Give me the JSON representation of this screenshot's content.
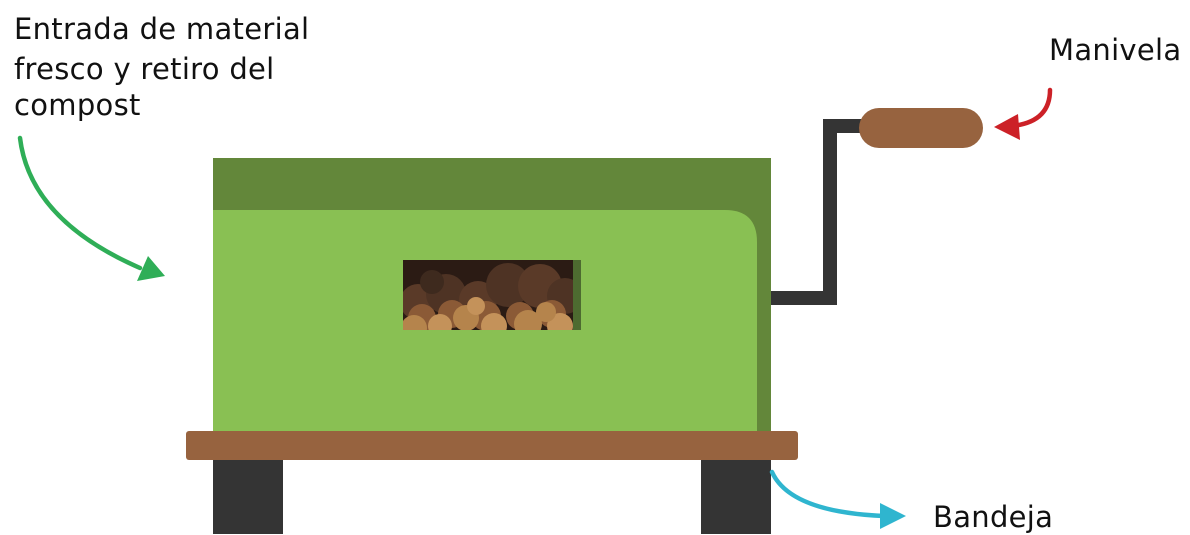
{
  "labels": {
    "entrada_line1": "Entrada de material",
    "entrada_line2": "fresco y retiro del",
    "entrada_line3": "compost",
    "manivela": "Manivela",
    "bandeja": "Bandeja"
  },
  "colors": {
    "body_light_green": "#89c053",
    "body_dark_green": "#63873a",
    "tray_brown": "#97633f",
    "legs_dark": "#343434",
    "handle_brown": "#97633f",
    "crank_dark": "#343434",
    "arrow_green": "#2fae57",
    "arrow_red": "#cc2127",
    "arrow_cyan": "#2fb5cf",
    "compost_dark": "#4e3324",
    "compost_light": "#b5844c"
  }
}
